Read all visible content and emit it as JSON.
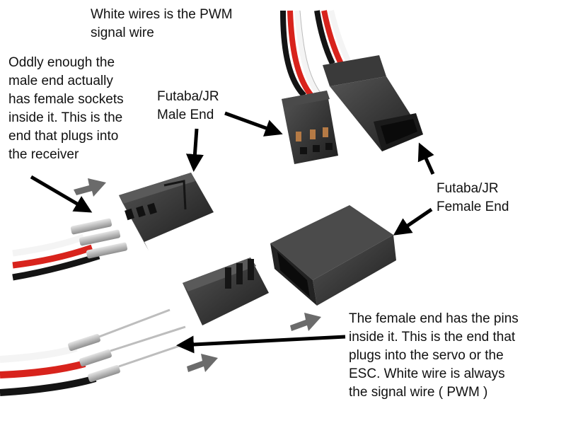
{
  "annotations": {
    "pwm_wire": "White wires is the PWM\nsignal wire",
    "male_sockets": "Oddly enough the\nmale end actually\nhas female sockets\ninside it.  This is the\nend that plugs into\nthe receiver",
    "male_end": "Futaba/JR\nMale End",
    "female_end": "Futaba/JR\nFemale End",
    "female_pins": "The female end has the pins\ninside it. This is the end that\nplugs into the servo or the\nESC.  White wire is always\nthe signal wire ( PWM )"
  },
  "colors": {
    "connector_body": "#2a2a2a",
    "wire_red": "#d8231c",
    "wire_black": "#141414",
    "wire_white": "#f4f4f4",
    "pin_metal": "#b9b9b9",
    "pointer_arrow": "#000000",
    "direction_arrow": "#6b6b6b"
  }
}
